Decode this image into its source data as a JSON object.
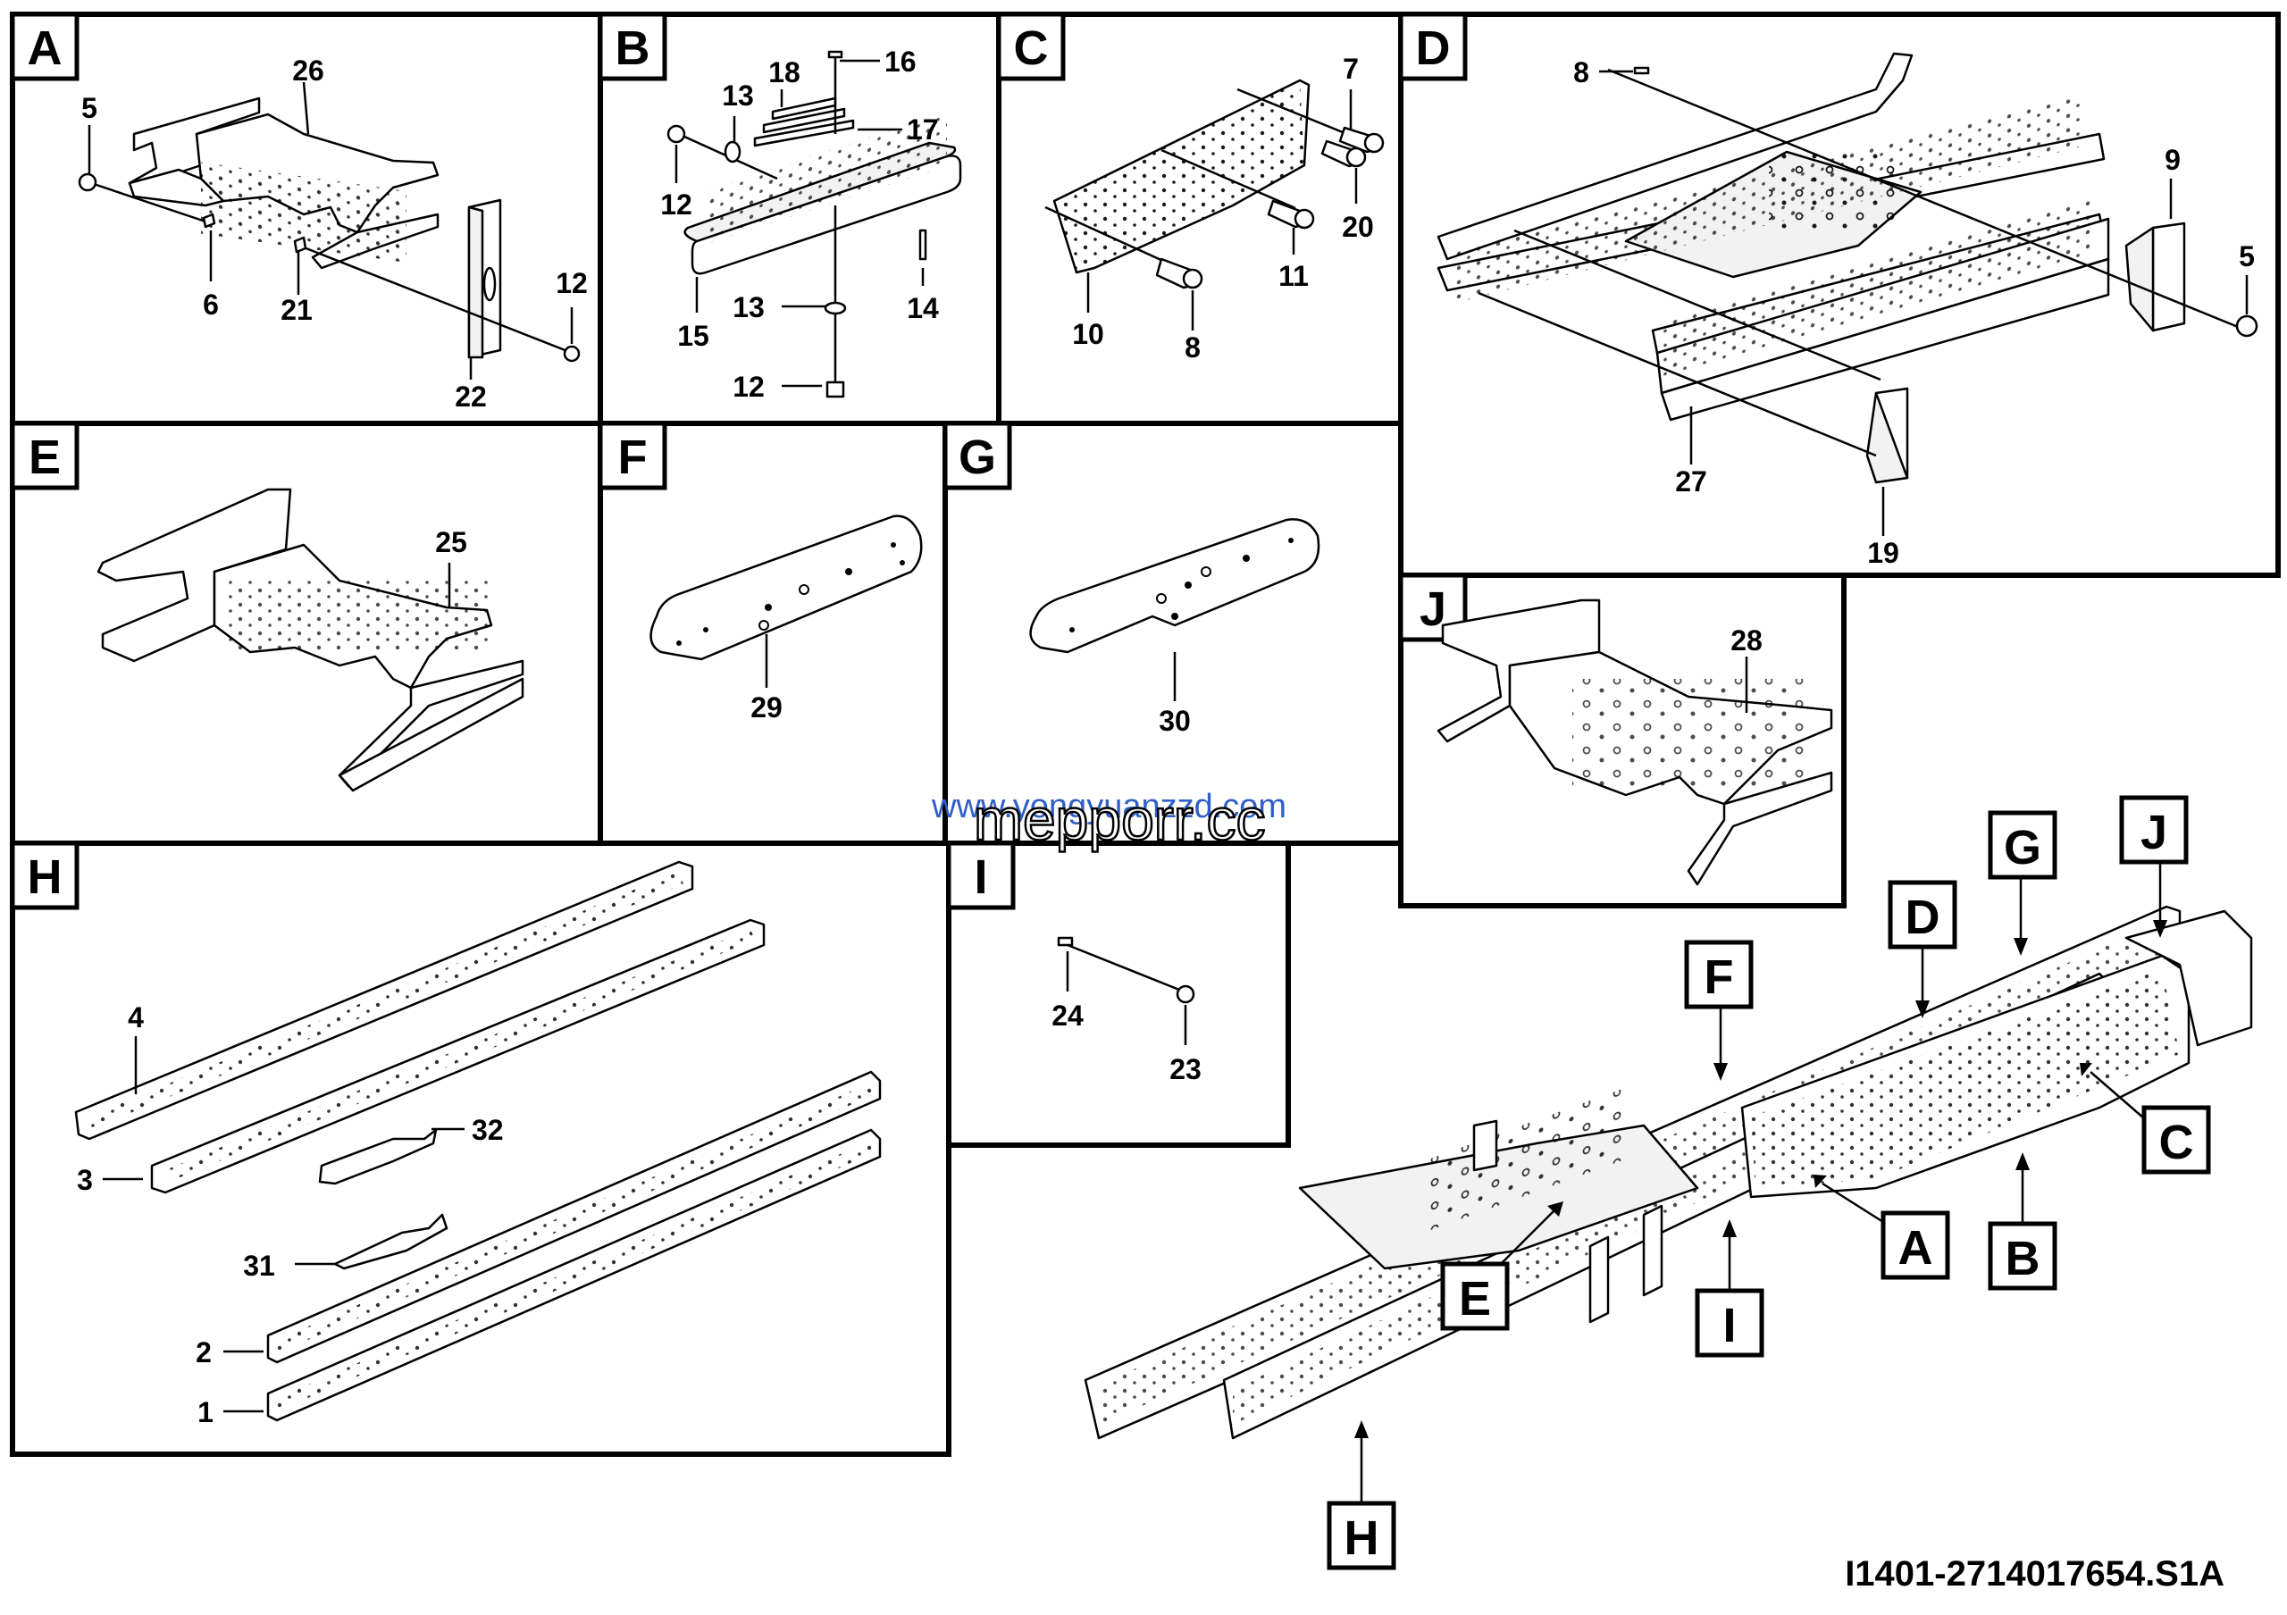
{
  "panels": [
    {
      "letter": "A",
      "parts": [
        "26",
        "5",
        "6",
        "21",
        "22",
        "12"
      ]
    },
    {
      "letter": "B",
      "parts": [
        "18",
        "16",
        "13",
        "17",
        "12",
        "15",
        "13",
        "14",
        "12"
      ]
    },
    {
      "letter": "C",
      "parts": [
        "7",
        "20",
        "11",
        "10",
        "8"
      ]
    },
    {
      "letter": "D",
      "parts": [
        "8",
        "9",
        "5",
        "27",
        "19"
      ]
    },
    {
      "letter": "E",
      "parts": [
        "25"
      ]
    },
    {
      "letter": "F",
      "parts": [
        "29"
      ]
    },
    {
      "letter": "G",
      "parts": [
        "30"
      ]
    },
    {
      "letter": "H",
      "parts": [
        "4",
        "32",
        "3",
        "31",
        "2",
        "1"
      ]
    },
    {
      "letter": "I",
      "parts": [
        "24",
        "23"
      ]
    },
    {
      "letter": "J",
      "parts": [
        "28"
      ]
    }
  ],
  "overview_callouts": [
    "J",
    "G",
    "D",
    "F",
    "C",
    "A",
    "B",
    "E",
    "I",
    "H"
  ],
  "watermark": {
    "line1": "www.yongyuanzzd.com",
    "line2": "mepporr.cc"
  },
  "drawing_code": "I1401-2714017654.S1A"
}
